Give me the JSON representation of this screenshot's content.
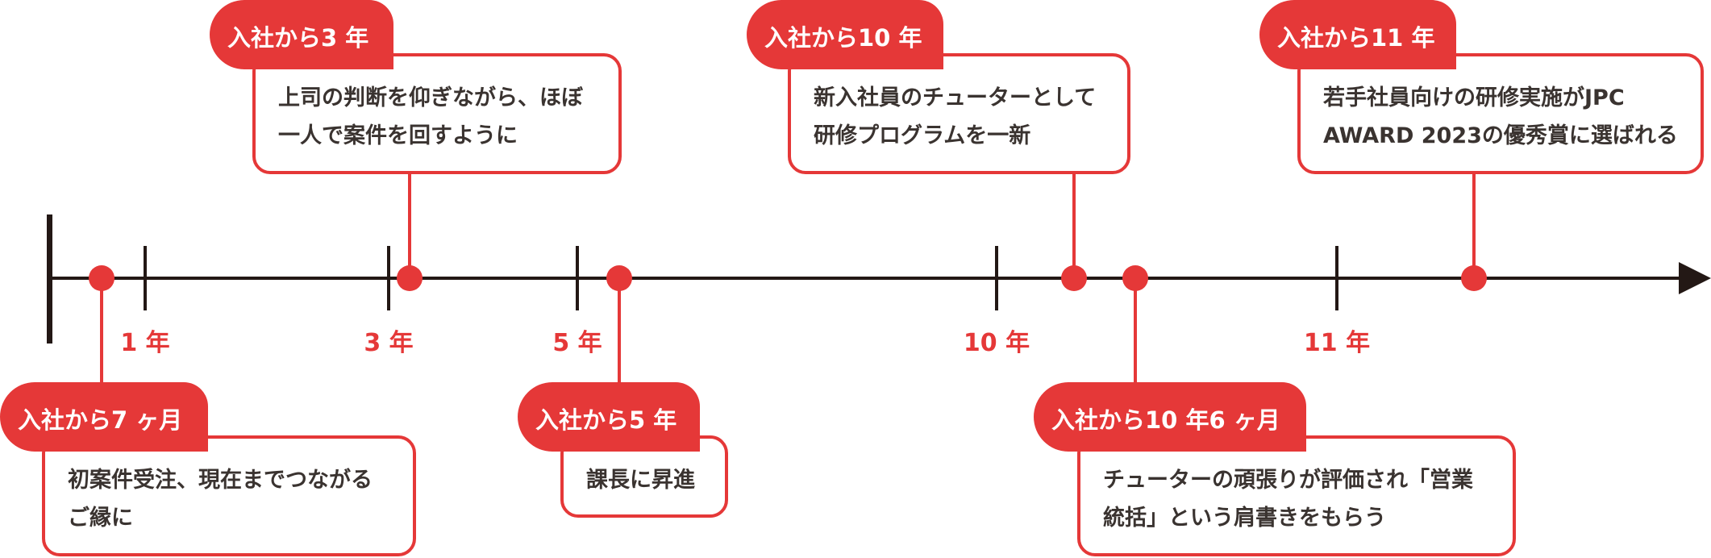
{
  "ticks": [
    "1 年",
    "3 年",
    "5 年",
    "10 年",
    "11 年"
  ],
  "events": [
    {
      "tag": "入社から3 年",
      "lines": [
        "上司の判断を仰ぎながら、ほぼ",
        "一人で案件を回すように"
      ]
    },
    {
      "tag": "入社から10 年",
      "lines": [
        "新入社員のチューターとして",
        "研修プログラムを一新"
      ]
    },
    {
      "tag": "入社から11 年",
      "lines": [
        "若手社員向けの研修実施がJPC",
        "AWARD 2023の優秀賞に選ばれる"
      ]
    },
    {
      "tag": "入社から7 ヶ月",
      "lines": [
        "初案件受注、現在までつながる",
        "ご縁に"
      ]
    },
    {
      "tag": "入社から5 年",
      "lines": [
        "課長に昇進"
      ]
    },
    {
      "tag": "入社から10 年6 ヶ月",
      "lines": [
        "チューターの頑張りが評価され「営業",
        "統括」という肩書きをもらう"
      ]
    }
  ],
  "colors": {
    "accent": "#e53838",
    "axis": "#231815",
    "text": "#3a3330"
  }
}
